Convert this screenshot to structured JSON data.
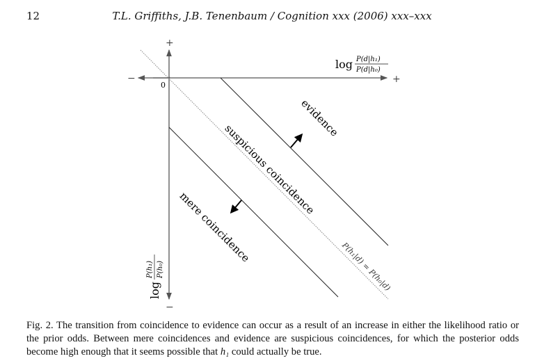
{
  "header": {
    "page_number": "12",
    "running_head": "T.L. Griffiths, J.B. Tenenbaum / Cognition xxx (2006) xxx–xxx"
  },
  "figure": {
    "x_axis_label_prefix": "log",
    "x_axis_label_num": "P(d|h₁)",
    "x_axis_label_den": "P(d|h₀)",
    "y_axis_label_prefix": "log",
    "y_axis_label_num": "P(h₁)",
    "y_axis_label_den": "P(h₀)",
    "x_minus": "−",
    "x_plus": "+",
    "y_plus": "+",
    "y_minus": "−",
    "origin": "0",
    "region_evidence": "evidence",
    "region_suspicious": "suspicious coincidence",
    "region_mere": "mere coincidence",
    "boundary_label": "P(h₁|d) = P(h₀|d)"
  },
  "caption": {
    "text_before": "Fig. 2. The transition from coincidence to evidence can occur as a result of an increase in either the likelihood ratio or the prior odds. Between mere coincidences and evidence are suspicious coincidences, for which the posterior odds become high enough that it seems possible that ",
    "variable": "h₁",
    "text_after": " could actually be true."
  }
}
